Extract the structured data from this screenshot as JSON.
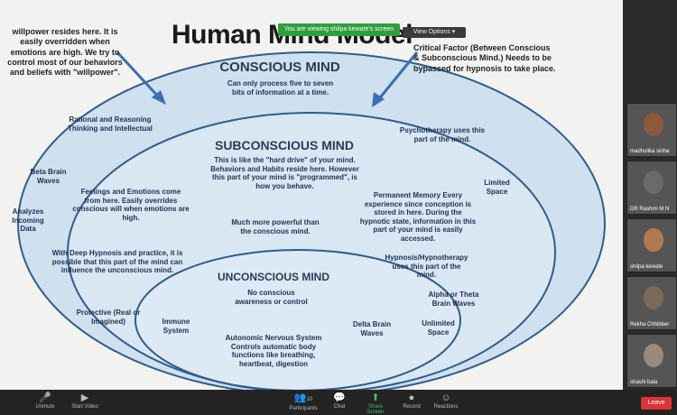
{
  "meeting": {
    "share_banner": "You are viewing shilpa kewate's screen",
    "view_options": "View Options ▾"
  },
  "slide": {
    "title": "Human Mind Model",
    "note_left": "willpower resides here. It is easily overridden when emotions are high. We try to control most of our behaviors and beliefs with \"willpower\".",
    "note_right": "Critical Factor (Between Conscious & Subconscious Mind.) Needs to be bypassed for hypnosis to take place.",
    "conscious": {
      "header": "CONSCIOUS MIND",
      "desc": "Can only process five to seven bits of information at a time.",
      "rational": "Rational and Reasoning Thinking and Intellectual",
      "beta": "Beta Brain Waves",
      "analyzes": "Analyzes Incoming Data",
      "psychotherapy": "Psychotherapy uses this part of the mind.",
      "limited": "Limited Space"
    },
    "subconscious": {
      "header": "SUBCONSCIOUS MIND",
      "desc": "This is like the \"hard drive\" of your mind. Behaviors and Habits reside here. However this part of your mind is \"programmed\", is how you behave.",
      "feelings": "Feelings and Emotions come from here. Easily overrides conscious will when emotions are high.",
      "powerful": "Much more powerful than the conscious mind.",
      "permanent": "Permanent Memory Every experience since conception is stored in here. During the hypnotic state, information in this part of your mind is easily accessed.",
      "deep_hypnosis": "With Deep Hypnosis and practice, it is possible that this part of the mind can influence the unconscious mind.",
      "hypnotherapy": "Hypnosis/Hypnotherapy uses this part of the mind.",
      "alpha": "Alpha or Theta Brain Waves",
      "unlimited": "Unlimited Space"
    },
    "unconscious": {
      "header": "UNCONSCIOUS MIND",
      "desc": "No conscious awareness or control",
      "protective": "Protective (Real or Imagined)",
      "immune": "Immune System",
      "autonomic": "Autonomic Nervous System Controls automatic body functions like breathing, heartbeat, digestion",
      "delta": "Delta Brain Waves"
    }
  },
  "participants": [
    {
      "name": "madhulika sinha",
      "color": "#8a5a3a"
    },
    {
      "name": "DR Rashmi M N",
      "color": "#6a6a6a"
    },
    {
      "name": "shilpa kewate",
      "color": "#b07a50"
    },
    {
      "name": "Rekha Chhibber",
      "color": "#7a6a5a"
    },
    {
      "name": "shashi bala",
      "color": "#9a8a7a"
    }
  ],
  "toolbar": {
    "unmute": "Unmute",
    "start_video": "Start Video",
    "participants": "Participants",
    "participants_count": "10",
    "chat": "Chat",
    "share_screen": "Share Screen",
    "record": "Record",
    "reactions": "Reactions",
    "end": "Leave"
  }
}
